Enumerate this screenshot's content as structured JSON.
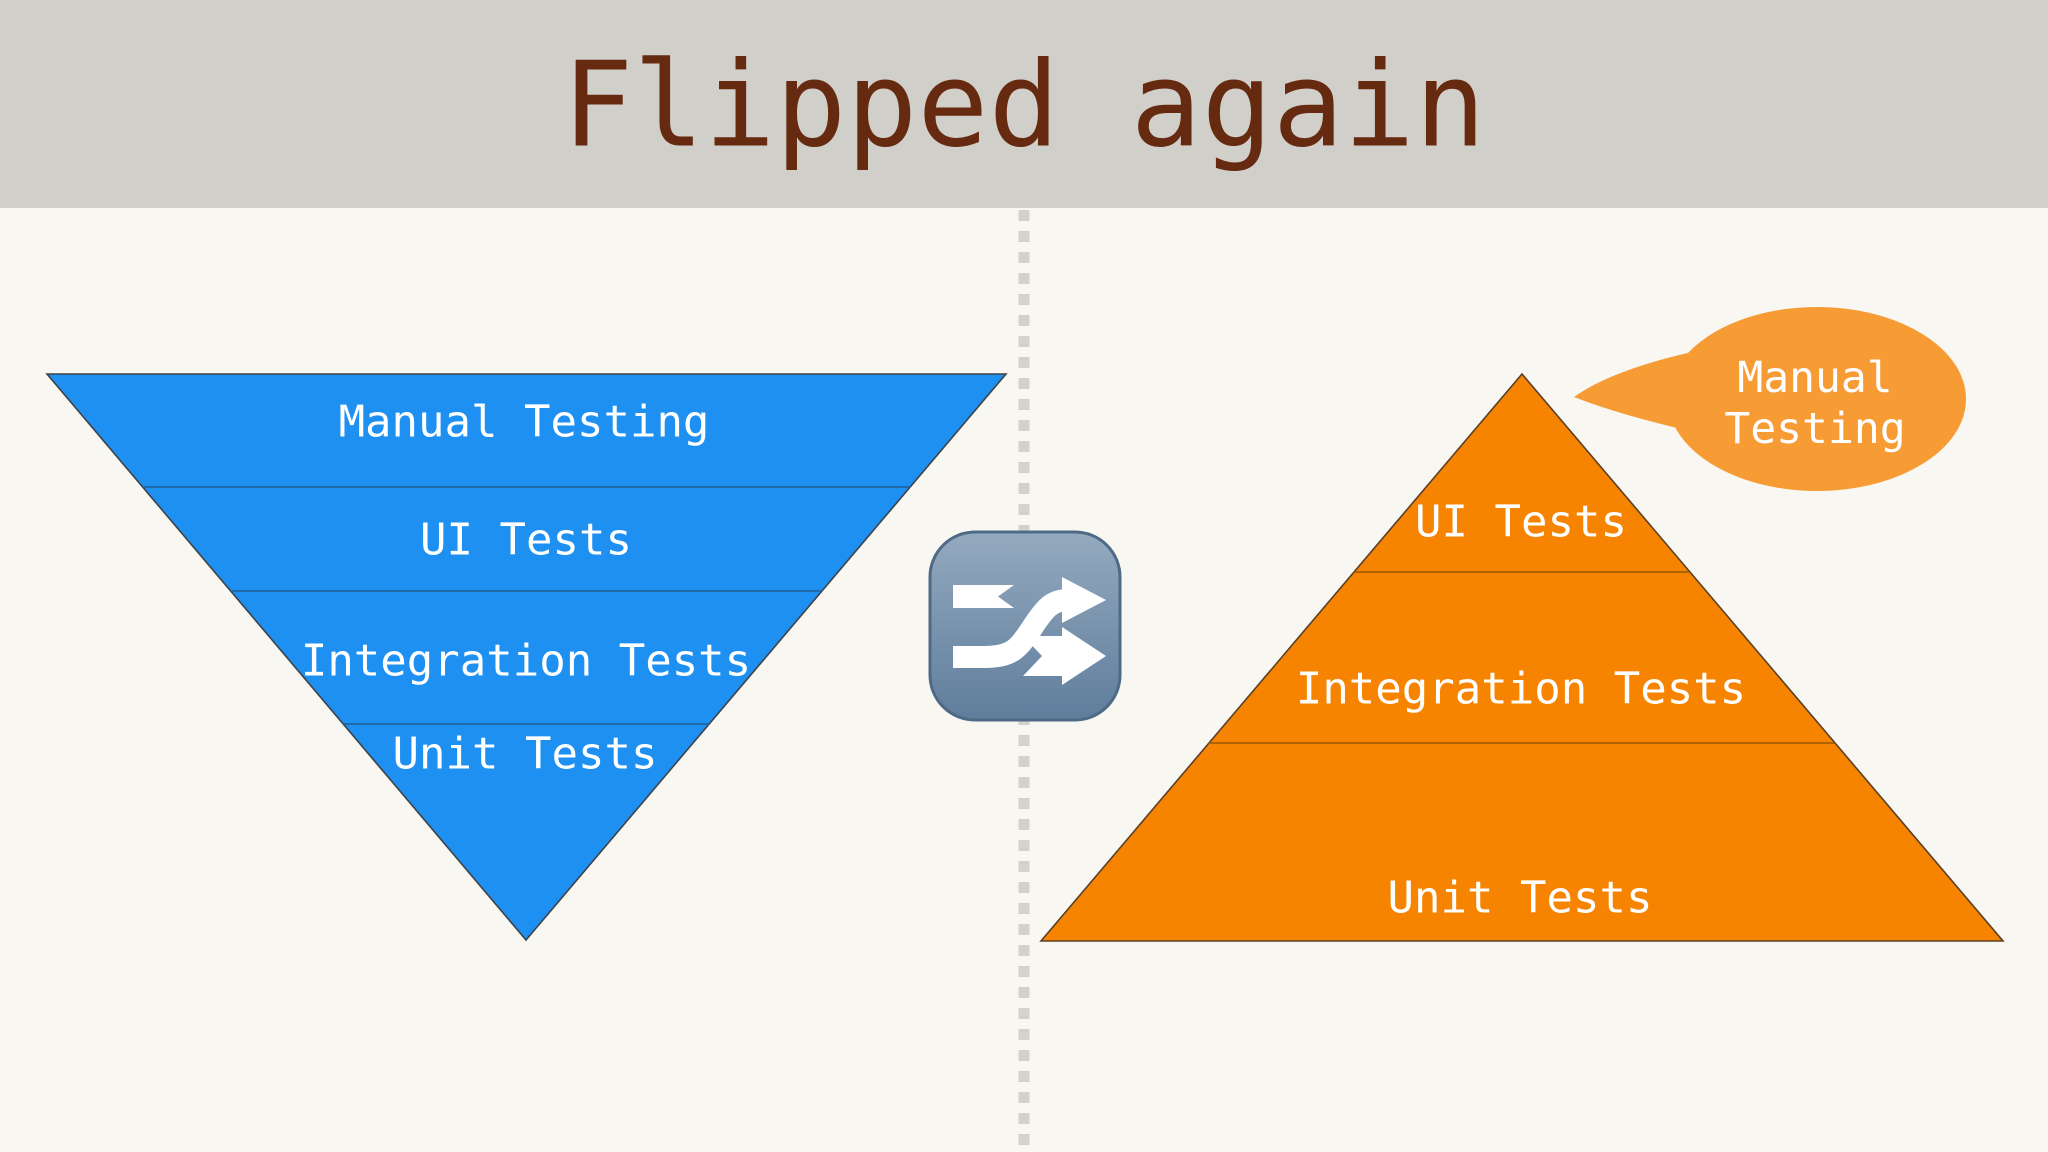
{
  "slide": {
    "title": "Flipped again",
    "shuffle_icon": "twisted-rightwards-arrows-emoji"
  },
  "left_pyramid": {
    "name": "inverted testing pyramid",
    "orientation": "inverted",
    "layers": [
      {
        "label": "Manual Testing"
      },
      {
        "label": "UI Tests"
      },
      {
        "label": "Integration Tests"
      },
      {
        "label": "Unit Tests"
      }
    ]
  },
  "right_pyramid": {
    "name": "upright testing pyramid",
    "orientation": "upright",
    "layers": [
      {
        "label": "UI Tests"
      },
      {
        "label": "Integration Tests"
      },
      {
        "label": "Unit Tests"
      }
    ],
    "callout": {
      "line1": "Manual",
      "line2": "Testing"
    }
  },
  "colors": {
    "background": "#f8f7f2",
    "title_band": "#d1cfc9",
    "title_text": "#662a10",
    "divider_dots": "#d3d2cd",
    "blue_fill": "#1e90f2",
    "blue_outline": "#3d4349",
    "blue_divider": "#23639c",
    "orange_fill": "#f78400",
    "orange_outline": "#5a4026",
    "orange_divider": "#9c5a00",
    "bubble_fill": "#f79b35",
    "label_text": "#ffffff",
    "emoji_bg_top": "#94aabf",
    "emoji_bg_bottom": "#5f7d9c",
    "emoji_border": "#4f6a85",
    "emoji_arrows": "#ffffff"
  }
}
